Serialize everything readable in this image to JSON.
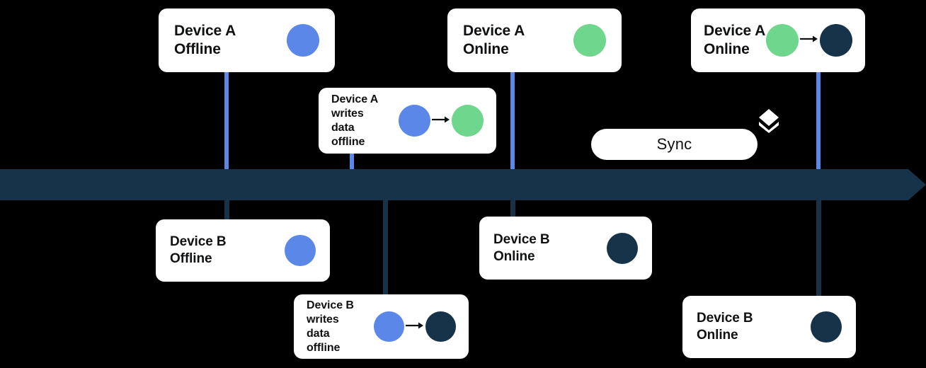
{
  "diagram": {
    "title": "Offline data sync timeline",
    "background_color": "#000000",
    "colors": {
      "blue": "#5b87e8",
      "green": "#6ed68d",
      "navy": "#16334a",
      "card_background": "#ffffff",
      "text": "#101113"
    }
  },
  "timeline": {
    "label": "timeline-arrow",
    "direction": "left-to-right"
  },
  "sync": {
    "label": "Sync",
    "icon": "layers-icon"
  },
  "cards": {
    "device_a_offline": {
      "label": "Device A\nOffline",
      "dots": [
        "blue"
      ]
    },
    "device_a_writes_offline": {
      "label": "Device A\nwrites\ndata\noffline",
      "dots": [
        "blue",
        "green"
      ],
      "arrow": true
    },
    "device_a_online": {
      "label": "Device A\nOnline",
      "dots": [
        "green"
      ]
    },
    "device_a_online_synced": {
      "label": "Device A\nOnline",
      "dots": [
        "green",
        "navy"
      ],
      "arrow": true
    },
    "device_b_offline": {
      "label": "Device B\nOffline",
      "dots": [
        "blue"
      ]
    },
    "device_b_writes_offline": {
      "label": "Device B\nwrites\ndata\noffline",
      "dots": [
        "blue",
        "navy"
      ],
      "arrow": true
    },
    "device_b_online": {
      "label": "Device B\nOnline",
      "dots": [
        "navy"
      ]
    },
    "device_b_online_synced": {
      "label": "Device B\nOnline",
      "dots": [
        "navy"
      ]
    }
  }
}
